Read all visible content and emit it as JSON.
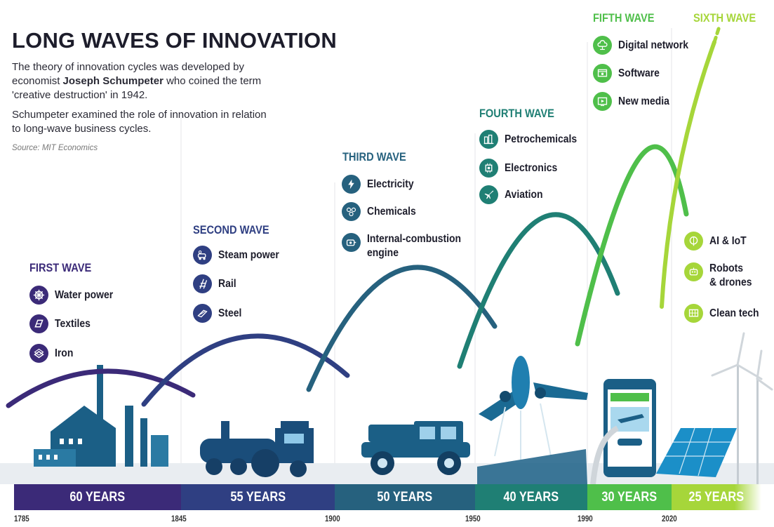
{
  "header": {
    "title": "LONG WAVES OF INNOVATION",
    "intro_1_a": "The theory of innovation cycles was developed by",
    "intro_1_b": "economist ",
    "intro_1_name": "Joseph Schumpeter",
    "intro_1_c": " who coined the term",
    "intro_1_d": "'creative destruction' in 1942.",
    "intro_2_a": "Schumpeter examined the role of innovation in relation",
    "intro_2_b": "to long-wave business cycles.",
    "source": "Source: MIT Economics"
  },
  "waves": [
    {
      "title": "FIRST WAVE",
      "color": "#3b2a78",
      "items": [
        {
          "label": "Water power",
          "icon": "water-wheel-icon"
        },
        {
          "label": "Textiles",
          "icon": "fabric-icon"
        },
        {
          "label": "Iron",
          "icon": "iron-bricks-icon"
        }
      ]
    },
    {
      "title": "SECOND WAVE",
      "color": "#2f3f82",
      "items": [
        {
          "label": "Steam power",
          "icon": "steam-engine-icon"
        },
        {
          "label": "Rail",
          "icon": "rail-track-icon"
        },
        {
          "label": "Steel",
          "icon": "steel-beam-icon"
        }
      ]
    },
    {
      "title": "THIRD WAVE",
      "color": "#26617e",
      "items": [
        {
          "label": "Electricity",
          "icon": "lightning-icon"
        },
        {
          "label": "Chemicals",
          "icon": "molecule-icon"
        },
        {
          "label": "Internal-combustion",
          "label2": "engine",
          "icon": "engine-icon"
        }
      ]
    },
    {
      "title": "FOURTH WAVE",
      "color": "#1f7f74",
      "items": [
        {
          "label": "Petrochemicals",
          "icon": "refinery-icon"
        },
        {
          "label": "Electronics",
          "icon": "microchip-icon"
        },
        {
          "label": "Aviation",
          "icon": "airplane-icon"
        }
      ]
    },
    {
      "title": "FIFTH WAVE",
      "color": "#4fbf4a",
      "items": [
        {
          "label": "Digital network",
          "icon": "cloud-network-icon"
        },
        {
          "label": "Software",
          "icon": "software-window-icon"
        },
        {
          "label": "New media",
          "icon": "media-player-icon"
        }
      ]
    },
    {
      "title": "SIXTH WAVE",
      "color": "#a6d63a",
      "items": [
        {
          "label": "AI & IoT",
          "icon": "ai-brain-icon"
        },
        {
          "label": "Robots",
          "label2": "& drones",
          "icon": "robot-icon"
        },
        {
          "label": "Clean tech",
          "icon": "solar-panel-icon"
        }
      ]
    }
  ],
  "timeline": {
    "segments": [
      {
        "label": "60 YEARS",
        "color": "#3b2a78"
      },
      {
        "label": "55 YEARS",
        "color": "#2f3f82"
      },
      {
        "label": "50 YEARS",
        "color": "#26617e"
      },
      {
        "label": "40 YEARS",
        "color": "#1f7f74"
      },
      {
        "label": "30 YEARS",
        "color": "#4fbf4a"
      },
      {
        "label": "25 YEARS",
        "color": "#a6d63a"
      }
    ],
    "years": [
      "1785",
      "1845",
      "1900",
      "1950",
      "1990",
      "2020"
    ]
  }
}
